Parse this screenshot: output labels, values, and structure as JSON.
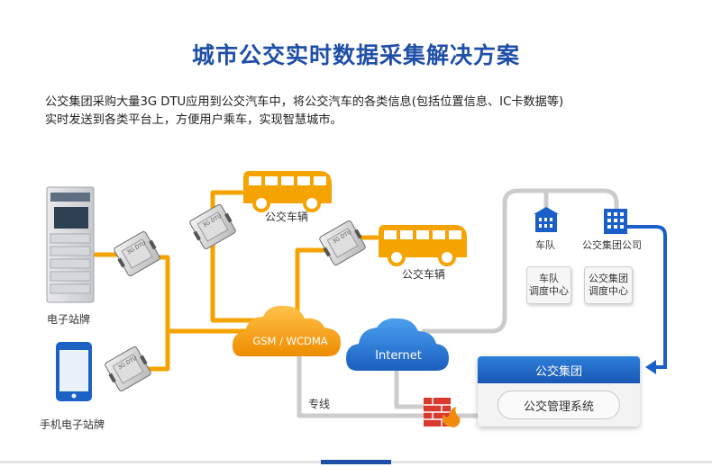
{
  "title": "城市公交实时数据采集解决方案",
  "intro": {
    "line1": "公交集团采购大量3G DTU应用到公交汽车中，将公交汽车的各类信息(包括位置信息、IC卡数据等)",
    "line2": "实时发送到各类平台上，方便用户乘车，实现智慧城市。"
  },
  "devices": {
    "dtu_label": "3G DTU",
    "e_sign": "电子站牌",
    "mobile_sign": "手机电子站牌",
    "bus1": "公交车辆",
    "bus2": "公交车辆"
  },
  "network": {
    "gsm": "GSM / WCDMA",
    "internet": "Internet",
    "private_line": "专线"
  },
  "centers": {
    "fleet": "车队",
    "company": "公交集团公司",
    "fleet_dispatch_l1": "车队",
    "fleet_dispatch_l2": "调度中心",
    "group_dispatch_l1": "公交集团",
    "group_dispatch_l2": "调度中心"
  },
  "group": {
    "header": "公交集团",
    "system": "公交管理系统"
  },
  "colors": {
    "title": "#1f4fa8",
    "orange_line": "#f5a300",
    "gray_line": "#cccccc",
    "blue_arrow": "#1a5fc8",
    "cloud_orange": "#f3a012",
    "cloud_blue": "#2d7fd8"
  }
}
